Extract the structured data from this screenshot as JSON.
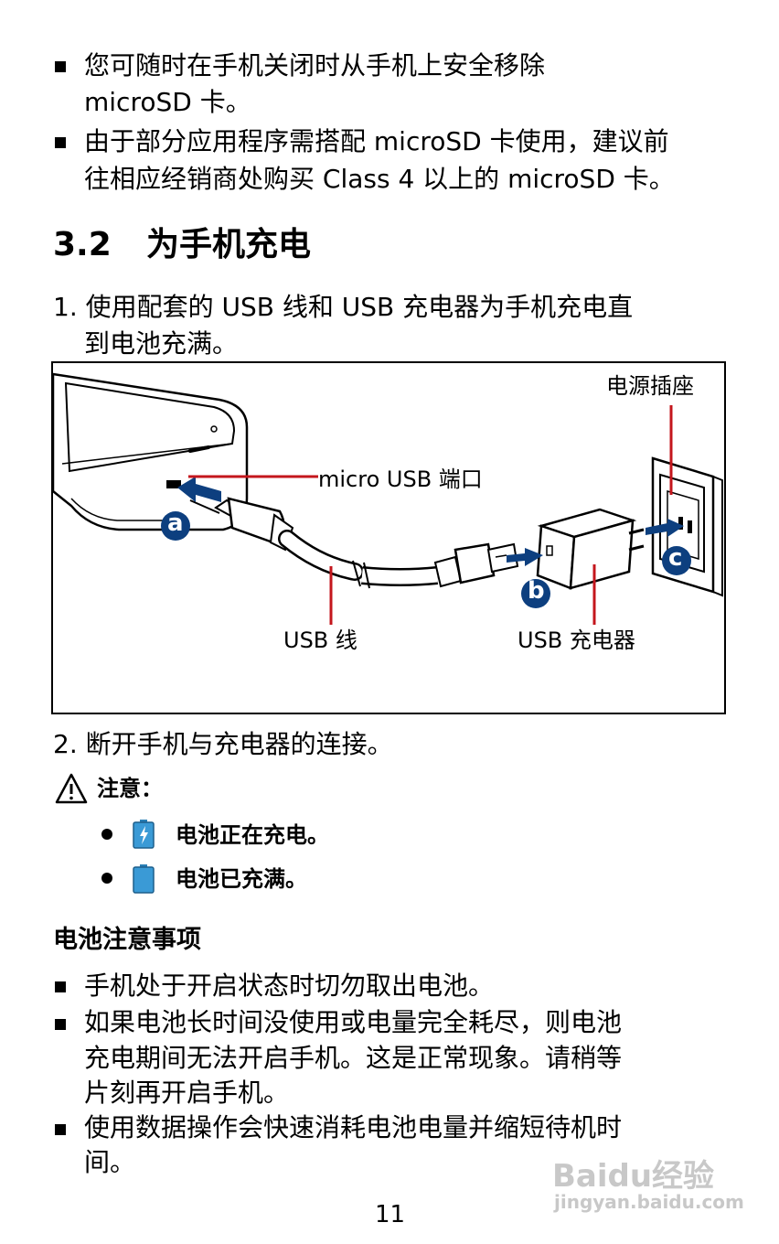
{
  "bullets_top": [
    {
      "line1": "您可随时在手机关闭时从手机上安全移除",
      "line2": "microSD 卡。"
    },
    {
      "line1": "由于部分应用程序需搭配 microSD 卡使用，建议前",
      "line2": "往相应经销商处购买 Class 4 以上的 microSD 卡。"
    }
  ],
  "section": {
    "number": "3.2",
    "title": "为手机充电"
  },
  "step1": {
    "line1": "1. 使用配套的 USB 线和 USB 充电器为手机充电直",
    "line2": "到电池充满。"
  },
  "figure": {
    "outlet_label": "电源插座",
    "port_label": "micro USB 端口",
    "cable_label": "USB 线",
    "charger_label": "USB 充电器",
    "marker_a": "a",
    "marker_b": "b",
    "marker_c": "c",
    "accent_color": "#0d3f7f",
    "leader_color": "#c4161c"
  },
  "step2": "2. 断开手机与充电器的连接。",
  "note": {
    "title": "注意：",
    "icon": "warning-triangle-icon",
    "items": [
      {
        "icon": "battery-charging-icon",
        "text": "电池正在充电。"
      },
      {
        "icon": "battery-full-icon",
        "text": "电池已充满。"
      }
    ]
  },
  "battery_section": {
    "heading": "电池注意事项",
    "items": [
      {
        "lines": [
          "手机处于开启状态时切勿取出电池。"
        ]
      },
      {
        "lines": [
          "如果电池长时间没使用或电量完全耗尽，则电池",
          "充电期间无法开启手机。这是正常现象。请稍等",
          "片刻再开启手机。"
        ]
      },
      {
        "lines": [
          "使用数据操作会快速消耗电池电量并缩短待机时",
          "间。"
        ]
      }
    ]
  },
  "page_number": "11",
  "watermark": {
    "logo": "Baidu经验",
    "url": "jingyan.baidu.com"
  }
}
